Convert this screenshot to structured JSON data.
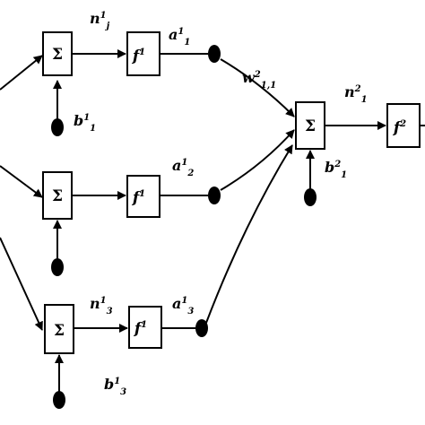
{
  "symbols": {
    "sum": "Σ",
    "f_layer1": "f",
    "f_layer1_sup": "1",
    "f_layer2": "f",
    "f_layer2_sup": "2"
  },
  "labels": {
    "n1": {
      "base": "n",
      "sup": "1",
      "sub": "j"
    },
    "a11": {
      "base": "a",
      "sup": "1",
      "sub": "1"
    },
    "b11": {
      "base": "b",
      "sup": "1",
      "sub": "1"
    },
    "a12": {
      "base": "a",
      "sup": "1",
      "sub": "2"
    },
    "n13": {
      "base": "n",
      "sup": "1",
      "sub": "3"
    },
    "a13": {
      "base": "a",
      "sup": "1",
      "sub": "3"
    },
    "b13": {
      "base": "b",
      "sup": "1",
      "sub": "3"
    },
    "w211": {
      "base": "w",
      "sup": "2",
      "sub": "1,1"
    },
    "n21": {
      "base": "n",
      "sup": "2",
      "sub": "1"
    },
    "b21": {
      "base": "b",
      "sup": "2",
      "sub": "1"
    }
  }
}
